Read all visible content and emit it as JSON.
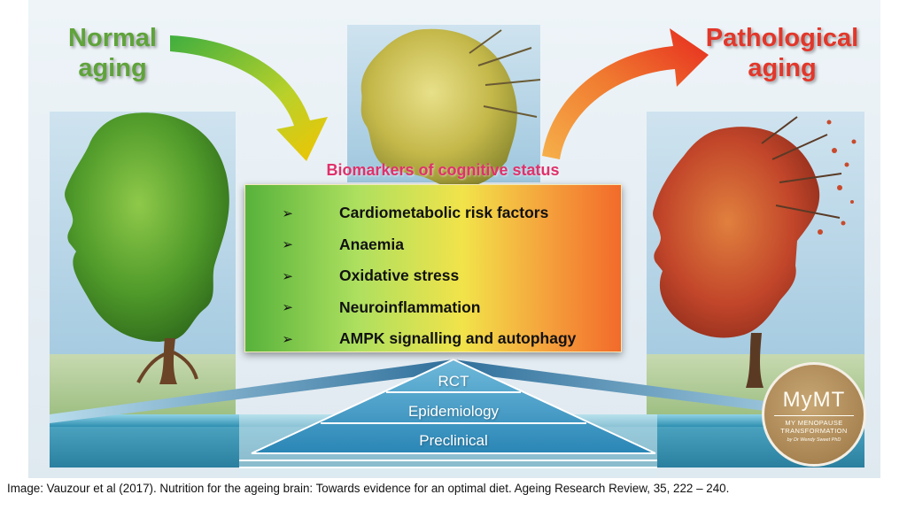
{
  "labels": {
    "normal_line1": "Normal",
    "normal_line2": "aging",
    "pathological_line1": "Pathological",
    "pathological_line2": "aging"
  },
  "panel": {
    "title": "Biomarkers of cognitive status",
    "items": [
      "Cardiometabolic risk factors",
      "Anaemia",
      "Oxidative stress",
      "Neuroinflammation",
      "AMPK signalling and autophagy"
    ],
    "bullet_glyph": "➢"
  },
  "pyramid": {
    "tiers": [
      "RCT",
      "Epidemiology",
      "Preclinical"
    ]
  },
  "badge": {
    "logo": "MyMT",
    "line1": "MY MENOPAUSE",
    "line2": "TRANSFORMATION",
    "by": "by Dr Wendy Sweet PhD"
  },
  "caption": "Image: Vauzour et al (2017). Nutrition for the ageing brain: Towards evidence for an optimal diet. Ageing Research Review, 35, 222 – 240.",
  "colors": {
    "normal_green": "#5fa33a",
    "pathological_red": "#e2372a",
    "biomarker_title_pink": "#e0306a",
    "pyramid_blue": "#2a86b6",
    "badge_gold": "#a88452"
  }
}
